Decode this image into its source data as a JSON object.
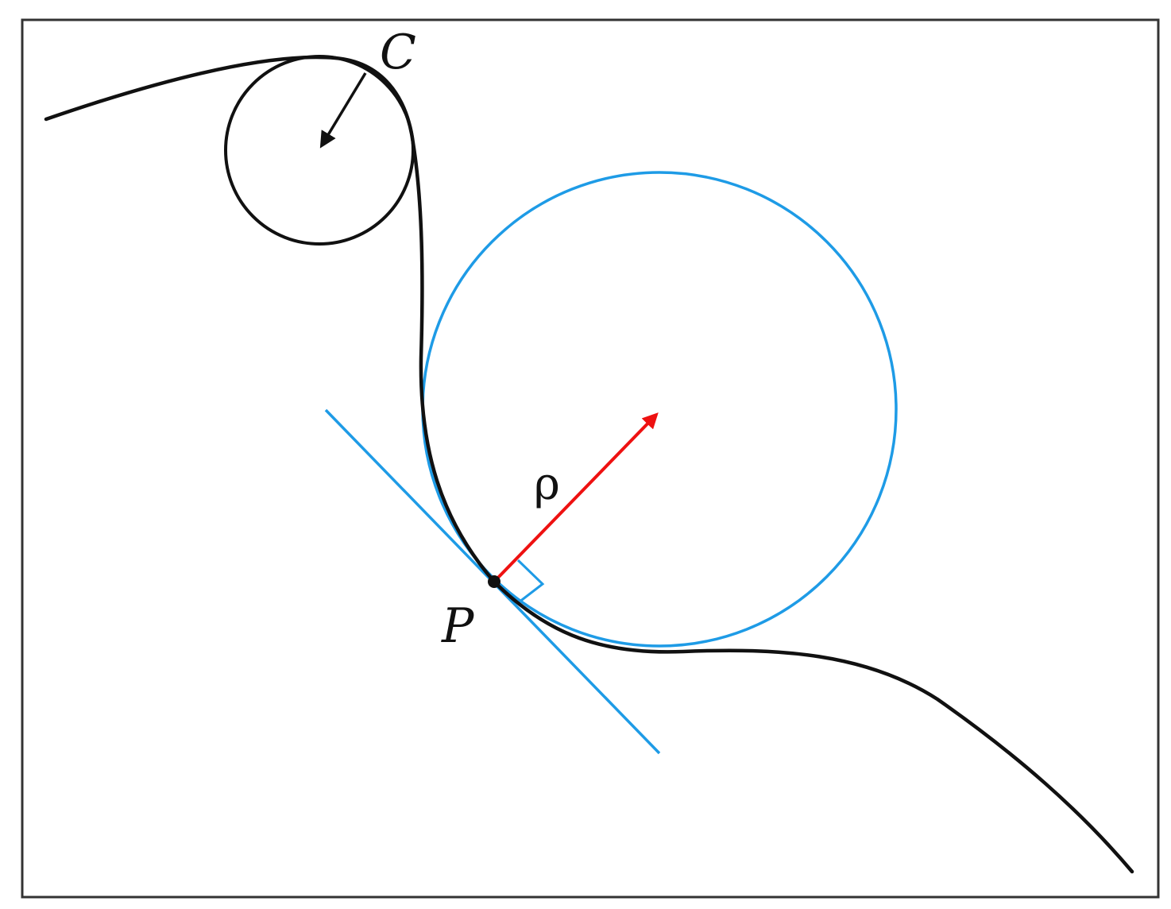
{
  "labels": {
    "curve": "C",
    "point": "P",
    "radius": "ρ"
  },
  "colors": {
    "curve": "#111111",
    "osculating_circle": "#1e9be6",
    "tangent_line": "#1e9be6",
    "radius_vector": "#ee1111",
    "frame": "#333333"
  },
  "icons": {
    "curvature_arrow": "arrow-icon",
    "radius_arrow": "arrow-icon",
    "right_angle": "right-angle-icon",
    "point_marker": "dot-icon"
  }
}
